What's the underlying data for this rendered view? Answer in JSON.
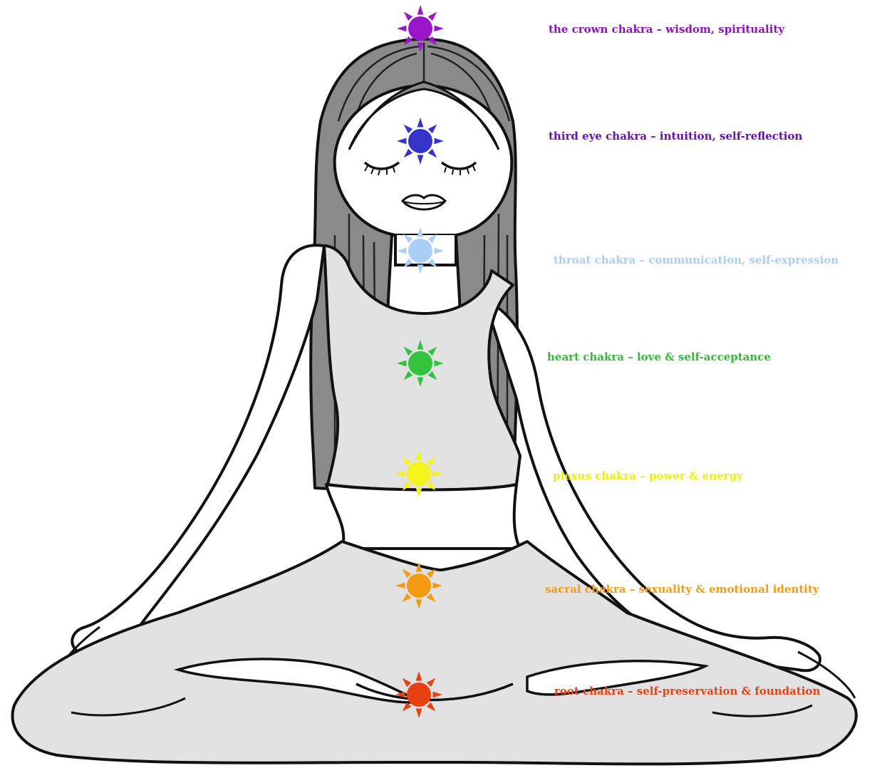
{
  "chakras": [
    {
      "id": "crown",
      "label": "the crown chakra – wisdom, spirituality",
      "color": "#9b16c8",
      "text_color": "#8a14b8"
    },
    {
      "id": "third-eye",
      "label": "third eye chakra –  intuition, self-reflection",
      "color": "#3434c8",
      "text_color": "#6a10b0"
    },
    {
      "id": "throat",
      "label": "throat chakra – communication, self-expression",
      "color": "#a9cff7",
      "text_color": "#a9cff7"
    },
    {
      "id": "heart",
      "label": "heart chakra – love & self-acceptance",
      "color": "#33c33c",
      "text_color": "#33b83a"
    },
    {
      "id": "plexus",
      "label": "plexus chakra – power & energy",
      "color": "#f4f41a",
      "text_color": "#eeee10"
    },
    {
      "id": "sacral",
      "label": "sacral chakra – sexuality & emotional identity",
      "color": "#f59a12",
      "text_color": "#f59a12"
    },
    {
      "id": "root",
      "label": "root chakra – self-preservation & foundation",
      "color": "#e84010",
      "text_color": "#e84010"
    }
  ]
}
